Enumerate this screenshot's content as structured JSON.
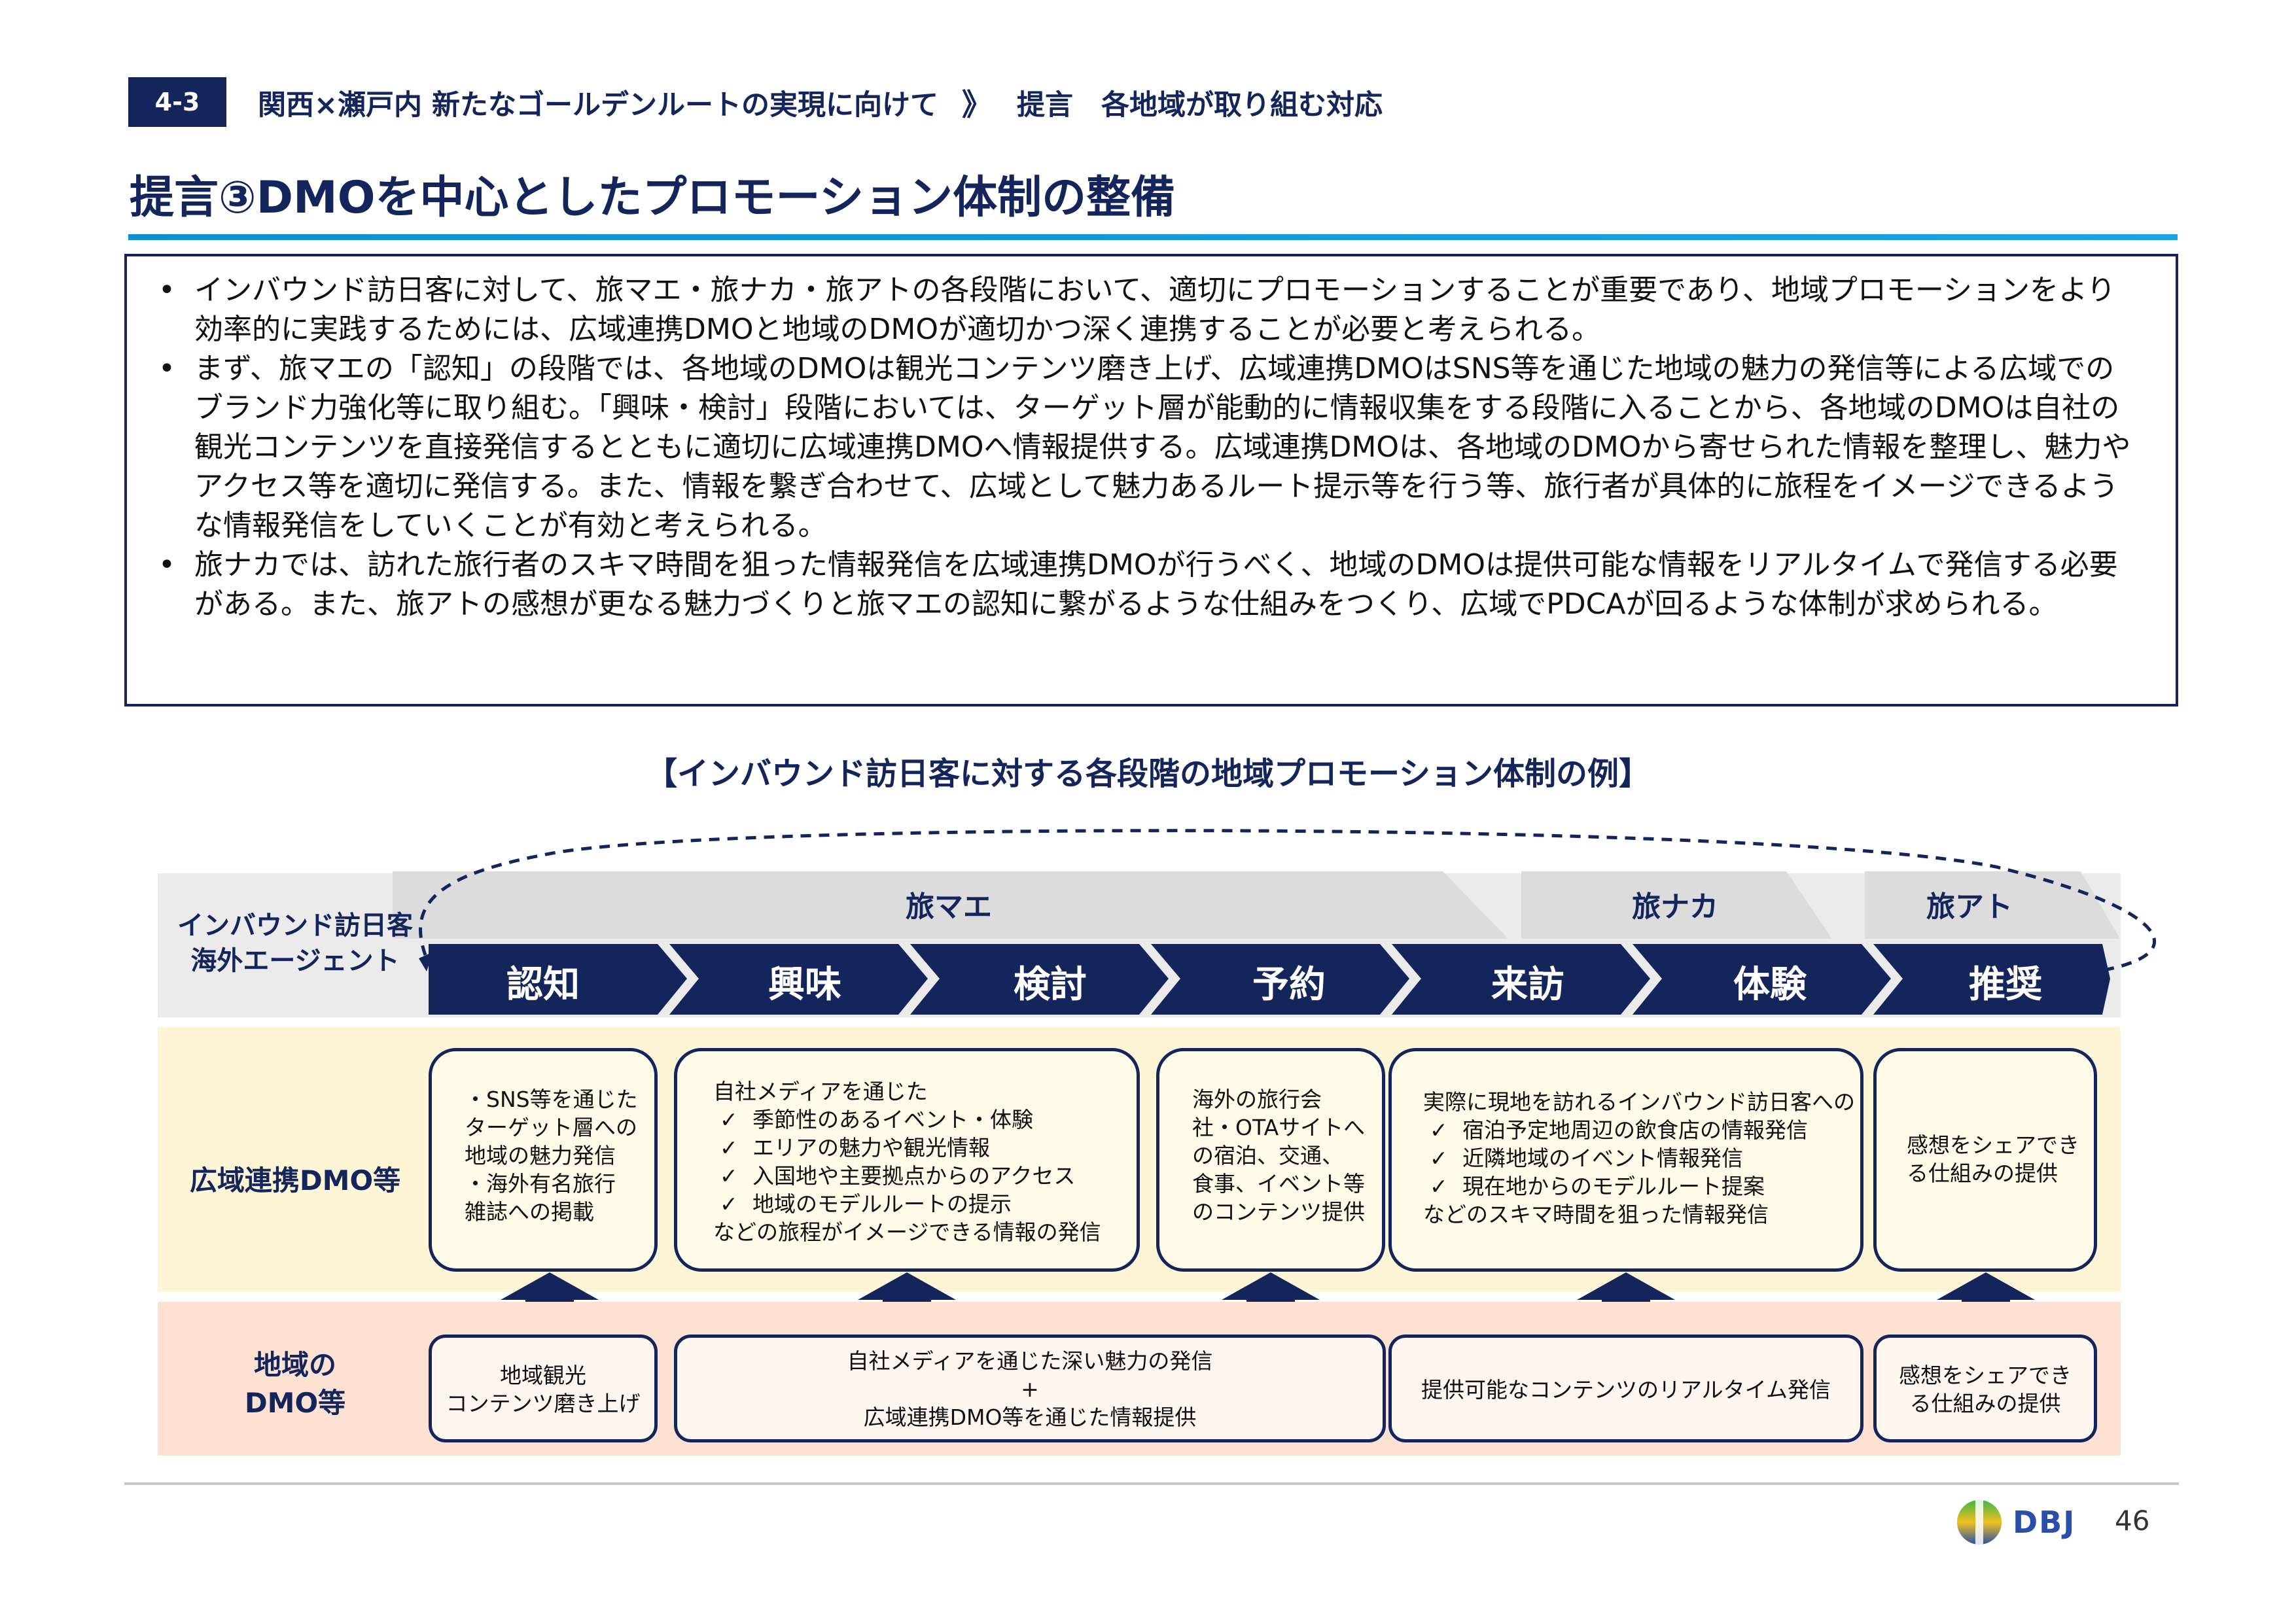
{
  "header": {
    "section_number": "4-3",
    "breadcrumb_main": "関西×瀬戸内 新たなゴールデンルートの実現に向けて",
    "breadcrumb_sep": "》",
    "breadcrumb_sub": "提言　各地域が取り組む対応",
    "title": "提言③DMOを中心としたプロモーション体制の整備"
  },
  "summary": {
    "bullets": [
      "インバウンド訪日客に対して、旅マエ・旅ナカ・旅アトの各段階において、適切にプロモーションすることが重要であり、地域プロモーションをより効率的に実践するためには、広域連携DMOと地域のDMOが適切かつ深く連携することが必要と考えられる。",
      "まず、旅マエの「認知」の段階では、各地域のDMOは観光コンテンツ磨き上げ、広域連携DMOはSNS等を通じた地域の魅力の発信等による広域でのブランド力強化等に取り組む。「興味・検討」段階においては、ターゲット層が能動的に情報収集をする段階に入ることから、各地域のDMOは自社の観光コンテンツを直接発信するとともに適切に広域連携DMOへ情報提供する。広域連携DMOは、各地域のDMOから寄せられた情報を整理し、魅力やアクセス等を適切に発信する。また、情報を繋ぎ合わせて、広域として魅力あるルート提示等を行う等、旅行者が具体的に旅程をイメージできるような情報発信をしていくことが有効と考えられる。",
      "旅ナカでは、訪れた旅行者のスキマ時間を狙った情報発信を広域連携DMOが行うべく、地域のDMOは提供可能な情報をリアルタイムで発信する必要がある。また、旅アトの感想が更なる魅力づくりと旅マエの認知に繋がるような仕組みをつくり、広域でPDCAが回るような体制が求められる。"
    ]
  },
  "diagram": {
    "title": "【インバウンド訪日客に対する各段階の地域プロモーション体制の例】",
    "phases": [
      "旅マエ",
      "旅ナカ",
      "旅アト"
    ],
    "actor_label": [
      "インバウンド訪日客",
      "海外エージェント"
    ],
    "stages": [
      "認知",
      "興味",
      "検討",
      "予約",
      "来訪",
      "体験",
      "推奨"
    ],
    "rows": {
      "regional_label": "広域連携DMO等",
      "local_label": [
        "地域の",
        "DMO等"
      ]
    },
    "regional_cards": {
      "c1": [
        "・SNS等を通じた",
        "ターゲット層への",
        "地域の魅力発信",
        "・海外有名旅行",
        "雑誌への掲載"
      ],
      "c2_intro": "自社メディアを通じた",
      "c2_items": [
        "季節性のあるイベント・体験",
        "エリアの魅力や観光情報",
        "入国地や主要拠点からのアクセス",
        "地域のモデルルートの提示"
      ],
      "c2_outro": "などの旅程がイメージできる情報の発信",
      "c3": [
        "海外の旅行会",
        "社・OTAサイトへ",
        "の宿泊、交通、",
        "食事、イベント等",
        "のコンテンツ提供"
      ],
      "c4_intro": "実際に現地を訪れるインバウンド訪日客への",
      "c4_items": [
        "宿泊予定地周辺の飲食店の情報発信",
        "近隣地域のイベント情報発信",
        "現在地からのモデルルート提案"
      ],
      "c4_outro": "などのスキマ時間を狙った情報発信",
      "c5": [
        "感想をシェアでき",
        "る仕組みの提供"
      ]
    },
    "check_mark": "✓",
    "local_cards": {
      "l1": [
        "地域観光",
        "コンテンツ磨き上げ"
      ],
      "l2": [
        "自社メディアを通じた深い魅力の発信",
        "+",
        "広域連携DMO等を通じた情報提供"
      ],
      "l3": "提供可能なコンテンツのリアルタイム発信",
      "l4": [
        "感想をシェアでき",
        "る仕組みの提供"
      ]
    }
  },
  "footer": {
    "logo_text": "DBJ",
    "page_number": "46"
  },
  "colors": {
    "navy": "#13255a",
    "accent_blue": "#1aa3e6",
    "gray_band": "#ebebeb",
    "yellow_band": "#fdf5d6",
    "pink_band": "#fde1d3"
  }
}
